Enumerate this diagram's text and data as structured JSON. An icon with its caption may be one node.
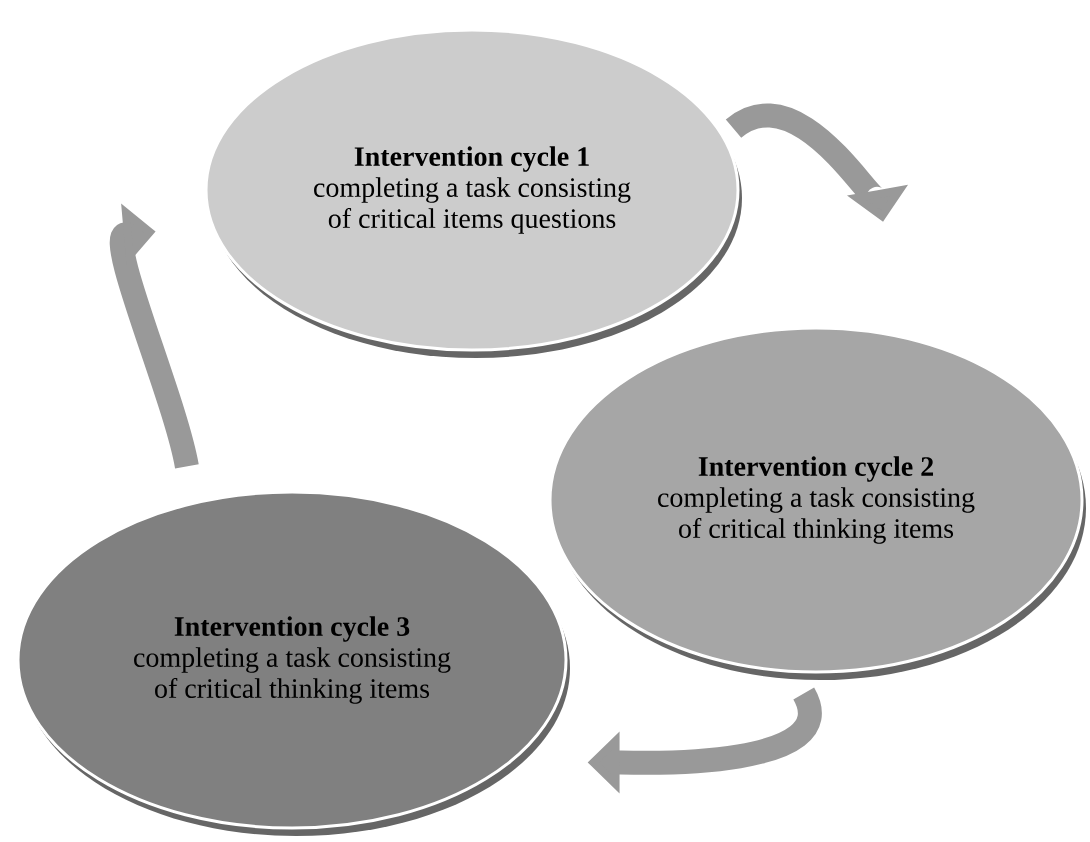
{
  "diagram": {
    "nodes": [
      {
        "text": [
          "Intervention cycle 1",
          "completing a task consisting of critical items questions"
        ]
      },
      {
        "text": [
          "Intervention cycle 2",
          "completing a task consisting of critical thinking items"
        ]
      },
      {
        "text": [
          "Intervention cycle 3",
          "completing a task consisting of critical thinking items"
        ]
      }
    ],
    "edges": [
      {
        "from": 0,
        "to": 1,
        "arrow": "to"
      },
      {
        "from": 1,
        "to": 2,
        "arrow": "to"
      },
      {
        "from": 2,
        "to": 0,
        "arrow": "to"
      }
    ]
  }
}
